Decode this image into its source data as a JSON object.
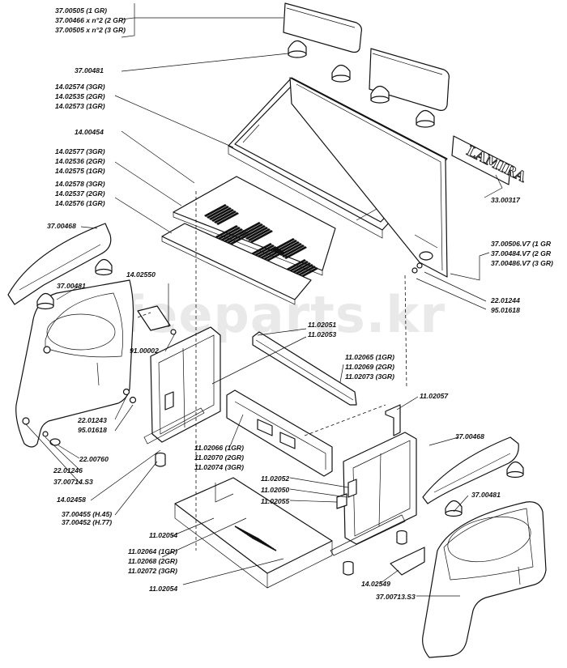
{
  "watermark": "coffeeparts.kr",
  "logo_text": "LAMIRA",
  "labels": {
    "l01": "37.00505 (1 GR)",
    "l02": "37.00466 x n°2 (2 GR)",
    "l03": "37.00505 x n°2 (3 GR)",
    "l04": "37.00481",
    "l05": "14.02574 (3GR)",
    "l06": "14.02535 (2GR)",
    "l07": "14.02573 (1GR)",
    "l08": "14.00454",
    "l09": "14.02577 (3GR)",
    "l10": "14.02536 (2GR)",
    "l11": "14.02575 (1GR)",
    "l12": "14.02578 (3GR)",
    "l13": "14.02537 (2GR)",
    "l14": "14.02576 (1GR)",
    "l15": "33.00317",
    "l16": "37.00468",
    "l17": "37.00481",
    "l18": "14.02550",
    "l19": "37.00506.V7 (1 GR",
    "l20": "37.00484.V7 (2 GR",
    "l21": "37.00486.V7 (3 GR)",
    "l22": "22.01244",
    "l23": "95.01618",
    "l24": "11.02051",
    "l25": "11.02053",
    "l26": "91.00002",
    "l27": "11.02065 (1GR)",
    "l28": "11.02069 (2GR)",
    "l29": "11.02073 (3GR)",
    "l30": "11.02057",
    "l31": "22.01243",
    "l32": "95.01618",
    "l33": "22.00760",
    "l34": "22.01246",
    "l35": "37.00714.S3",
    "l36": "11.02066 (1GR)",
    "l37": "11.02070 (2GR)",
    "l38": "11.02074 (3GR)",
    "l39": "37.00468",
    "l40": "11.02052",
    "l41": "11.02050",
    "l42": "37.00481",
    "l43": "11.02055",
    "l44": "14.02458",
    "l45": "37.00455 (H.45)",
    "l46": "37.00452 (H.77)",
    "l47": "11.02054",
    "l48": "11.02064 (1GR)",
    "l49": "11.02068 (2GR)",
    "l50": "11.02072 (3GR)",
    "l51": "14.02549",
    "l52": "37.00713.S3",
    "l53": "11.02054"
  }
}
